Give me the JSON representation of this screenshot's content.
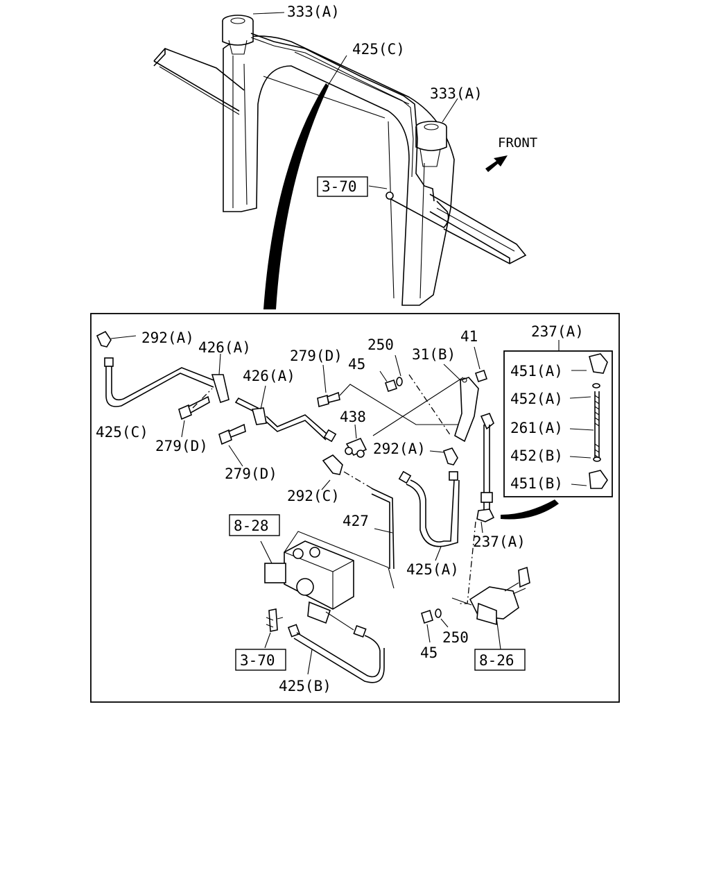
{
  "labels": {
    "p333a_top": "333(A)",
    "p425c_top": "425(C)",
    "p333a_mid": "333(A)",
    "front": "FRONT",
    "ref_370_top": "3-70",
    "p292a_left": "292(A)",
    "p426a_1": "426(A)",
    "p425c_left": "425(C)",
    "p279d_1": "279(D)",
    "p426a_2": "426(A)",
    "p279d_2": "279(D)",
    "p279d_3": "279(D)",
    "p250_top": "250",
    "p45_top": "45",
    "p31b": "31(B)",
    "p41": "41",
    "p438": "438",
    "p292a_mid": "292(A)",
    "p292c": "292(C)",
    "p427": "427",
    "p425a": "425(A)",
    "p237a_mid": "237(A)",
    "ref_828": "8-28",
    "ref_370_bot": "3-70",
    "p425b": "425(B)",
    "p45_bot": "45",
    "p250_bot": "250",
    "ref_826": "8-26",
    "kit_title": "237(A)",
    "kit_451a": "451(A)",
    "kit_452a": "452(A)",
    "kit_261a": "261(A)",
    "kit_452b": "452(B)",
    "kit_451b": "451(B)"
  },
  "colors": {
    "line": "#000000",
    "background": "#ffffff"
  },
  "icons": {
    "direction_arrow": "front-arrow-icon"
  }
}
